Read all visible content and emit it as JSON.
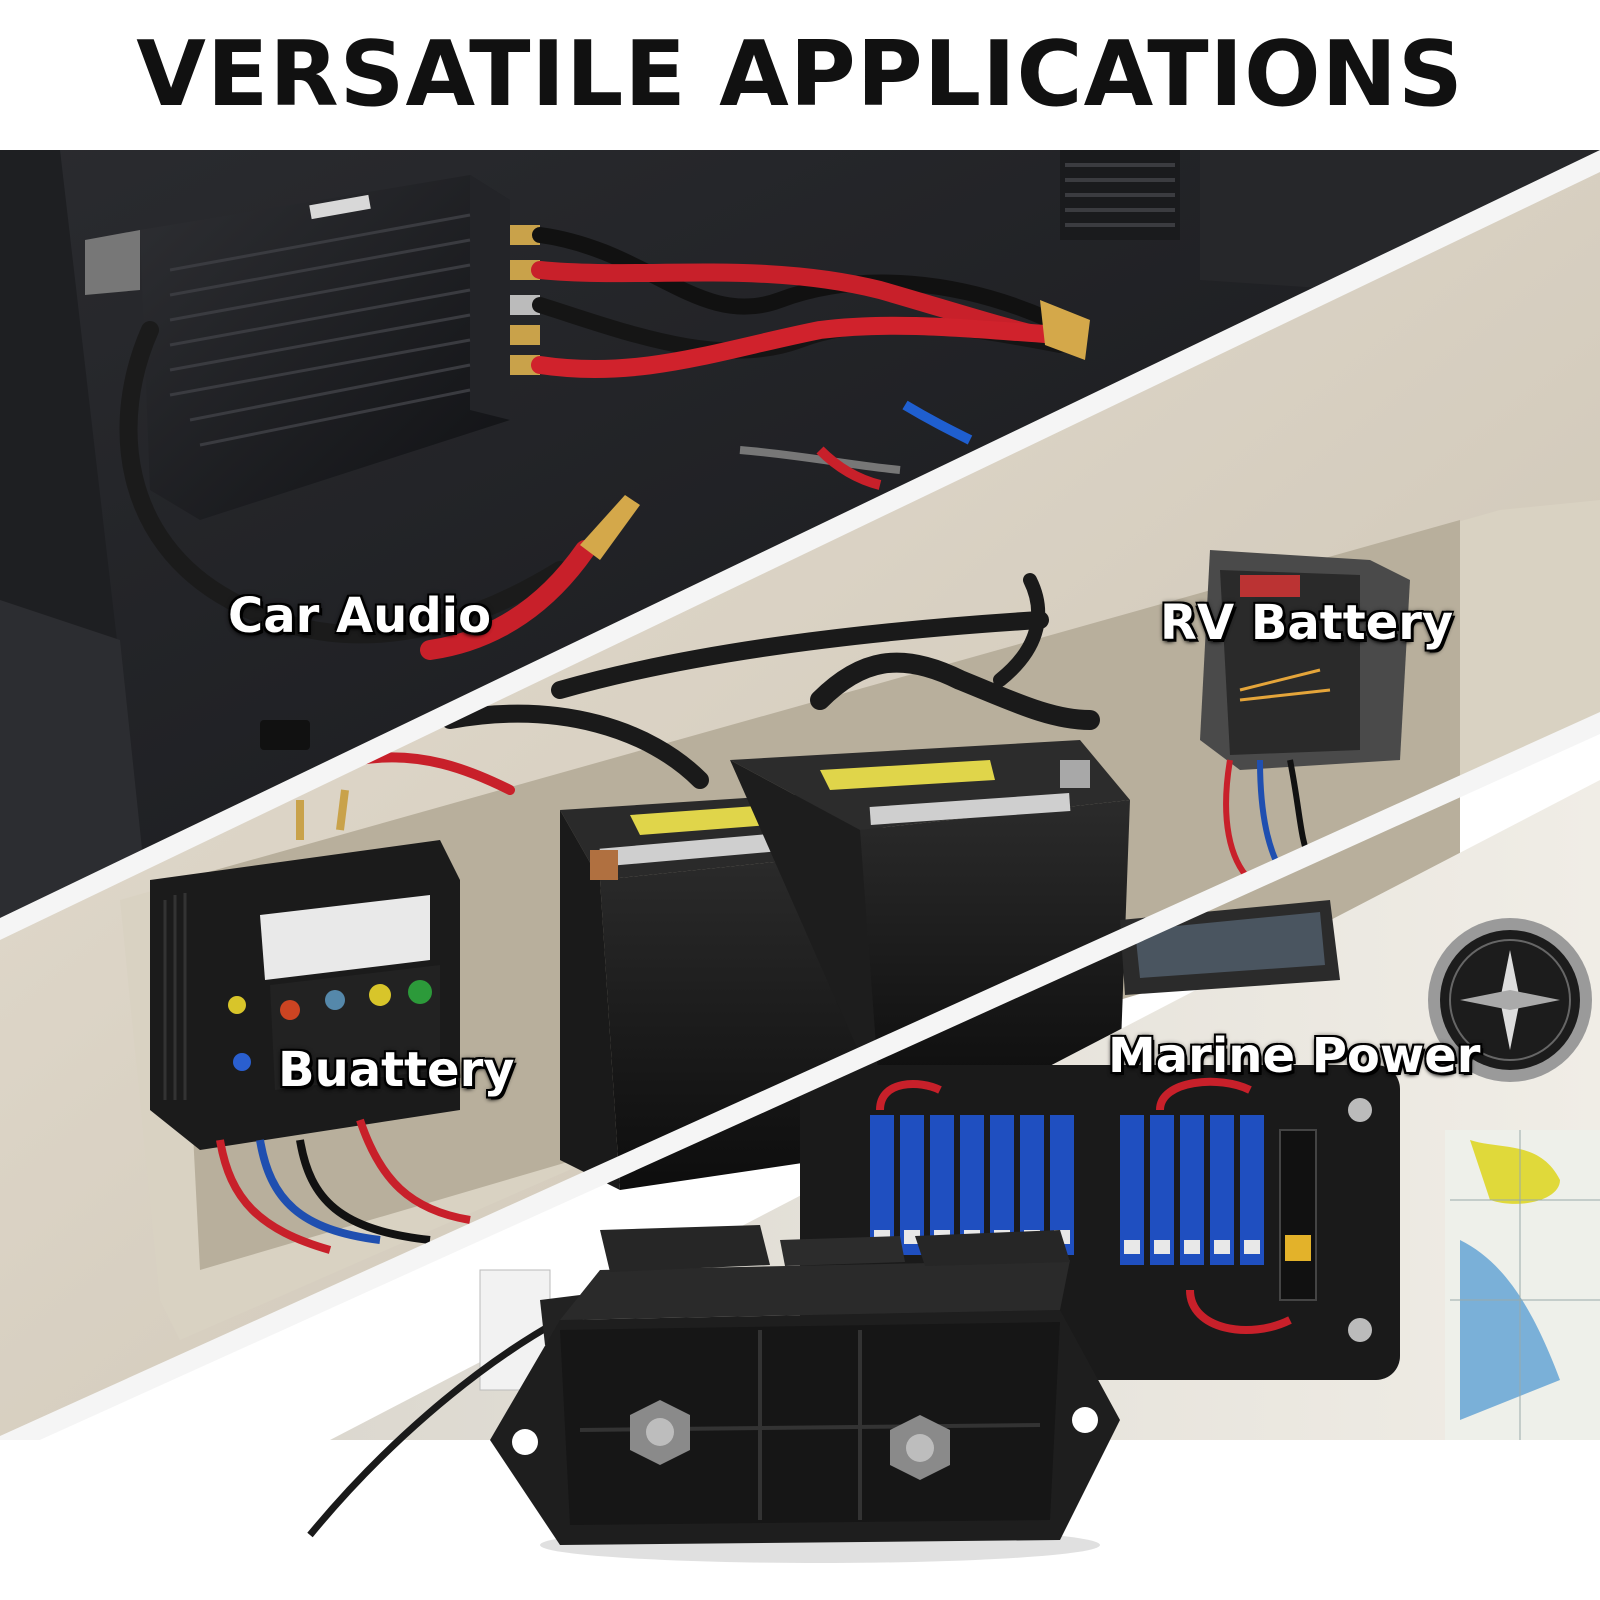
{
  "header": {
    "title": "VERSATILE APPLICATIONS"
  },
  "panels": [
    {
      "label": "Car Audio"
    },
    {
      "label": "RV Battery"
    },
    {
      "label": "Buattery"
    },
    {
      "label": "Marine Power"
    }
  ]
}
